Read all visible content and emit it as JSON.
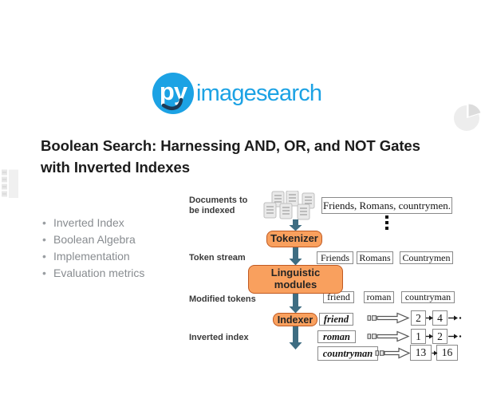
{
  "logo": {
    "monogram": "py",
    "wordmark": "imagesearch",
    "brand_color": "#1ca2e4"
  },
  "title": {
    "line1": "Boolean Search: Harnessing AND, OR, and NOT Gates",
    "line2": "with Inverted Indexes"
  },
  "bullets": [
    "Inverted Index",
    "Boolean Algebra",
    "Implementation",
    "Evaluation metrics"
  ],
  "diagram": {
    "labels": {
      "documents": "Documents to be indexed",
      "token_stream": "Token stream",
      "modified_tokens": "Modified tokens",
      "inverted_index": "Inverted index"
    },
    "stages": {
      "tokenizer": "Tokenizer",
      "linguistic": "Linguistic modules",
      "indexer": "Indexer"
    },
    "document_sample": "Friends, Romans, countrymen.",
    "token_stream": [
      "Friends",
      "Romans",
      "Countrymen"
    ],
    "modified_tokens": [
      "friend",
      "roman",
      "countryman"
    ],
    "inverted_index": [
      {
        "term": "friend",
        "postings": [
          "2",
          "4"
        ]
      },
      {
        "term": "roman",
        "postings": [
          "1",
          "2"
        ]
      },
      {
        "term": "countryman",
        "postings": [
          "13",
          "16"
        ]
      }
    ],
    "colors": {
      "stage_fill": "#f9a05e",
      "stage_border": "#c05a22",
      "arrow": "#3e6d82",
      "box_border": "#8a8a8a"
    }
  },
  "icons": {
    "left_thumbnails": "slide-thumbnail-strip",
    "right_pie": "pie-chart-glyph"
  }
}
